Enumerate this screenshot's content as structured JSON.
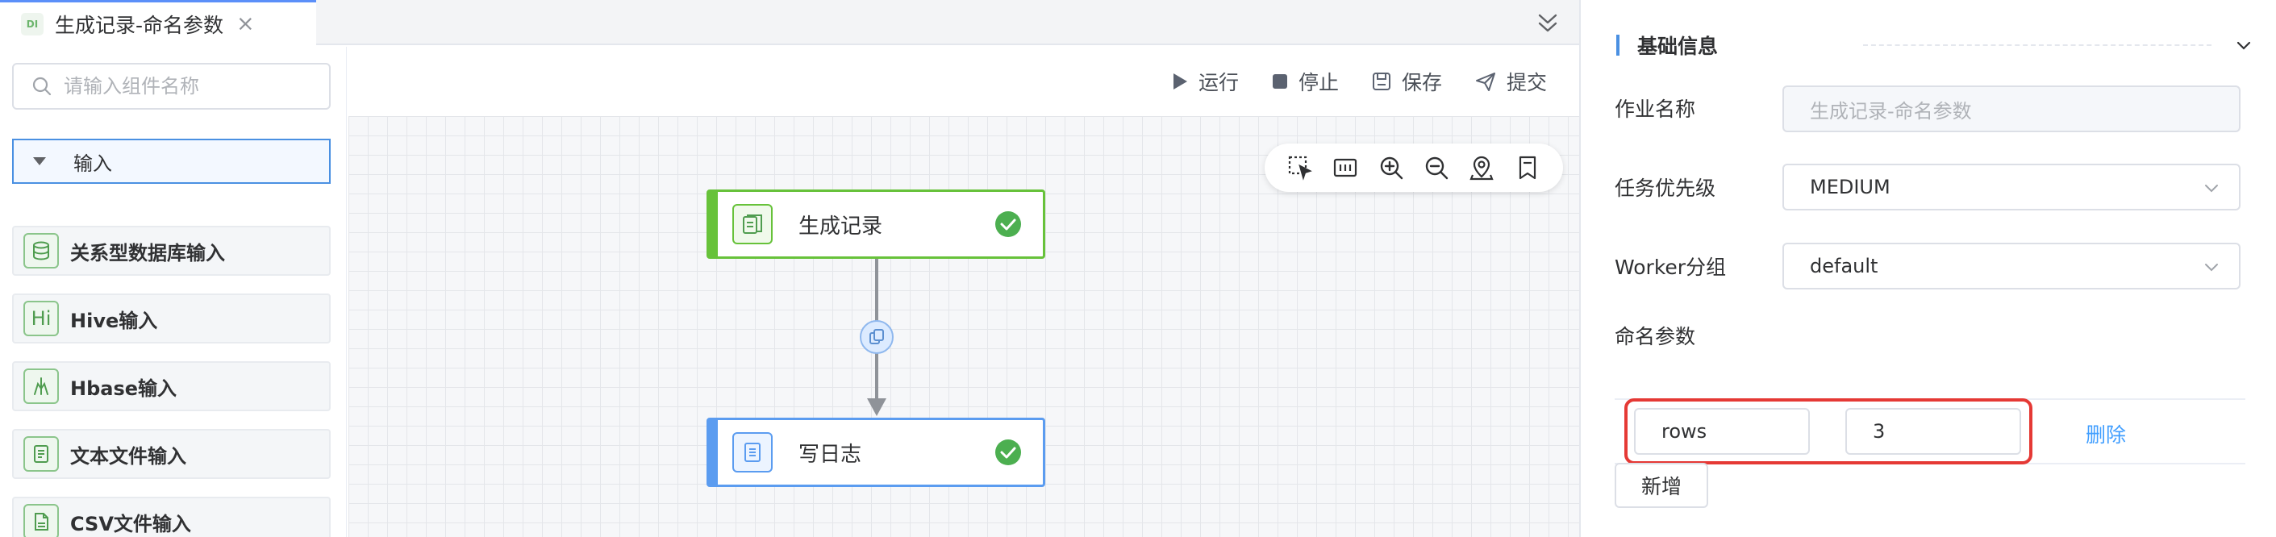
{
  "tab": {
    "icon_text": "DI",
    "title": "生成记录-命名参数"
  },
  "palette": {
    "search_placeholder": "请输入组件名称",
    "group_label": "输入",
    "components": [
      {
        "label": "关系型数据库输入",
        "icon": "database-icon"
      },
      {
        "label": "Hive输入",
        "icon": "hive-icon",
        "icon_text": "Hi"
      },
      {
        "label": "Hbase输入",
        "icon": "hbase-icon"
      },
      {
        "label": "文本文件输入",
        "icon": "text-file-icon"
      },
      {
        "label": "CSV文件输入",
        "icon": "csv-file-icon"
      }
    ]
  },
  "toolbar": {
    "run": "运行",
    "stop": "停止",
    "save": "保存",
    "submit": "提交"
  },
  "canvas": {
    "nodes": [
      {
        "label": "生成记录",
        "color": "#67c23a",
        "status": "success"
      },
      {
        "label": "写日志",
        "color": "#5b9cf0",
        "status": "success"
      }
    ]
  },
  "panel": {
    "section_title": "基础信息",
    "job_name_label": "作业名称",
    "job_name_value": "生成记录-命名参数",
    "priority_label": "任务优先级",
    "priority_value": "MEDIUM",
    "worker_group_label": "Worker分组",
    "worker_group_value": "default",
    "named_params_label": "命名参数",
    "params": [
      {
        "name": "rows",
        "value": "3"
      }
    ],
    "delete_label": "删除",
    "add_label": "新增"
  },
  "colors": {
    "accent": "#4a90e2",
    "success": "#67c23a",
    "highlight": "#e53935",
    "link": "#409eff"
  }
}
